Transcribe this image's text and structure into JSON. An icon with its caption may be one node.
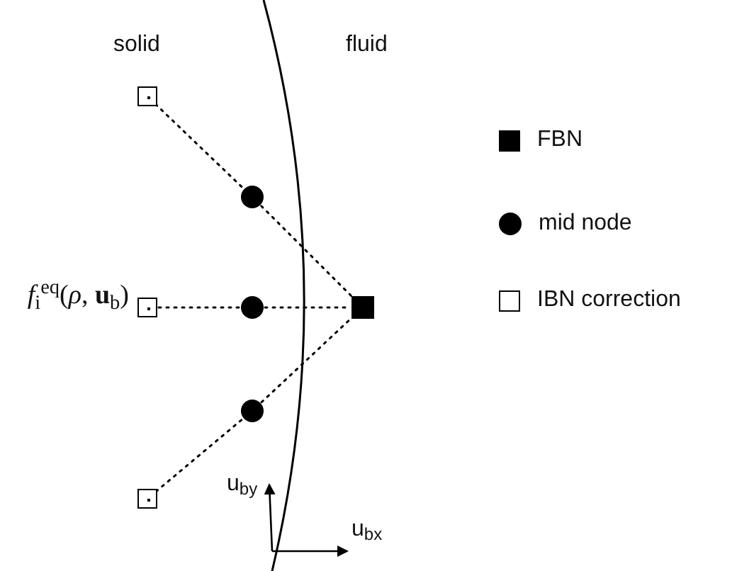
{
  "diagram": {
    "nodes": [
      {
        "text": [],
        "shape": "box"
      },
      {
        "text": [],
        "shape": "circle"
      },
      {
        "text": [],
        "shape": "box",
        "beside": [
          "*f*$_{i}$$^{eq}$(*ρ*, **u**$_{b}$)"
        ]
      },
      {
        "text": [],
        "shape": "circle"
      },
      {
        "text": [],
        "shape": "box"
      },
      {
        "text": [],
        "shape": "circle"
      },
      {
        "text": [],
        "shape": "box"
      }
    ],
    "edges": [
      {
        "from": 0,
        "to": 1,
        "arrow": "none"
      },
      {
        "from": 1,
        "to": 4,
        "arrow": "none"
      },
      {
        "from": 2,
        "to": 3,
        "arrow": "none"
      },
      {
        "from": 3,
        "to": 4,
        "arrow": "none"
      },
      {
        "from": 6,
        "to": 5,
        "arrow": "none"
      },
      {
        "from": 5,
        "to": 4,
        "arrow": "none"
      }
    ],
    "labels": [
      "solid",
      "fluid",
      "u$_{by}$",
      "u$_{bx}$"
    ],
    "legend": [
      {
        "text": "FBN"
      },
      {
        "text": "mid node"
      },
      {
        "text": "IBN correction"
      }
    ]
  }
}
